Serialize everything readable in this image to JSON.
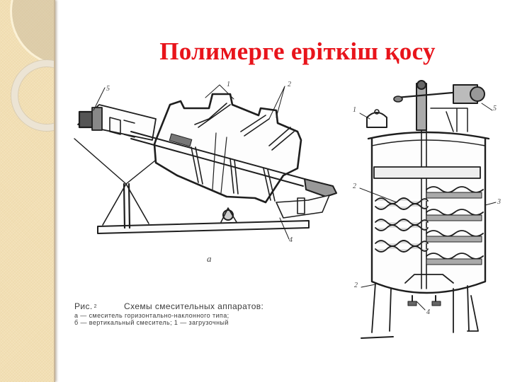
{
  "slide": {
    "title": "Полимерге еріткіш қосу",
    "title_color": "#e8141b",
    "background_color": "#ffffff",
    "sidebar_color": "#f2dfb4"
  },
  "figure": {
    "left_diagram": {
      "description": "horizontal-inclined mixer",
      "sublabel": "а",
      "callouts": [
        "5",
        "1",
        "2",
        "4"
      ]
    },
    "right_diagram": {
      "description": "vertical mixer",
      "callouts": [
        "1",
        "5",
        "2",
        "3",
        "2",
        "4"
      ]
    },
    "caption": {
      "fig_label": "Рис.",
      "fig_number": "2",
      "heading": "Схемы смесительных аппаратов:",
      "line_a": "а — смеситель горизонтально-наклонного типа;",
      "line_b": "б — вертикальный смеситель; 1 — загрузочный"
    }
  }
}
